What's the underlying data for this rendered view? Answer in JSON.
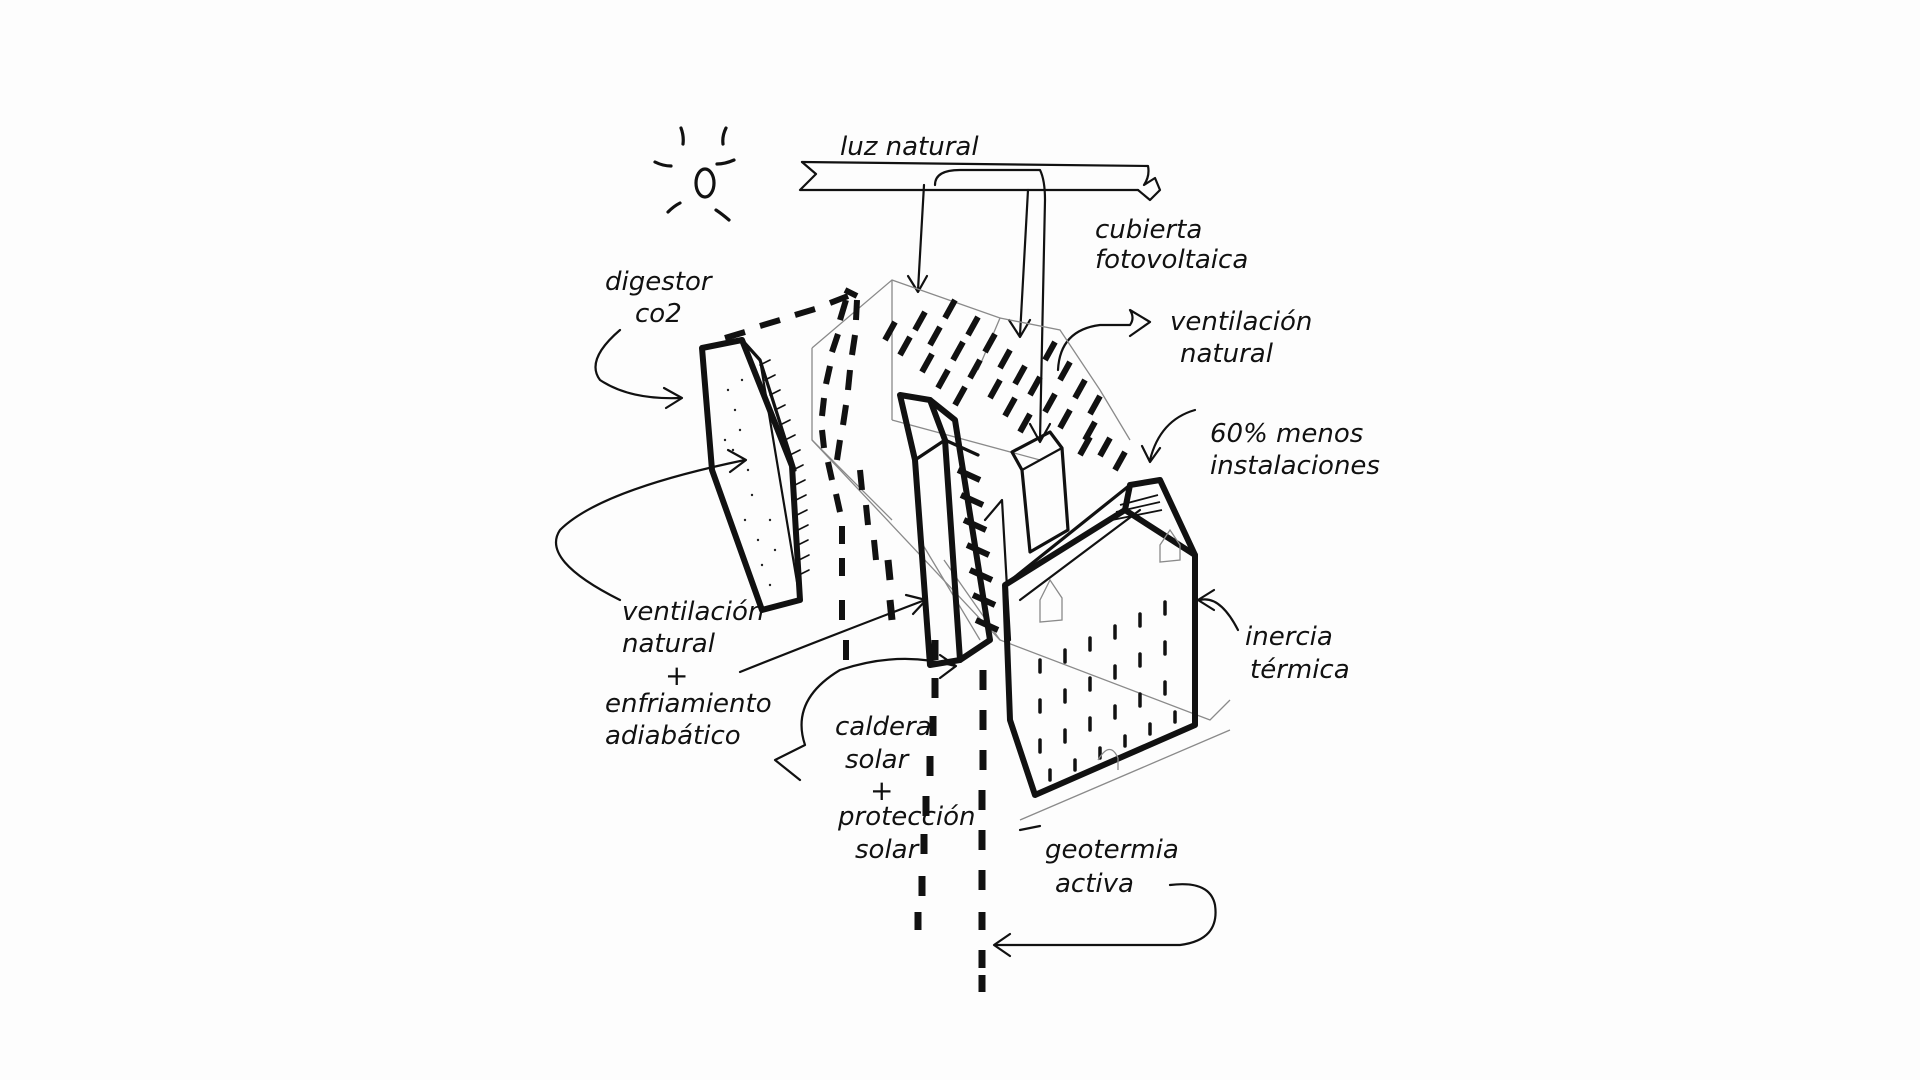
{
  "colors": {
    "ink": "#111111",
    "pencil": "#8a8a8a",
    "paper": "#fdfdfd"
  },
  "labels": {
    "luz_natural": "luz natural",
    "cubierta_line1": "cubierta",
    "cubierta_line2": "fotovoltaica",
    "digestor_line1": "digestor",
    "digestor_line2": "co2",
    "ventilacion_top_line1": "ventilación",
    "ventilacion_top_line2": "natural",
    "menos_line1": "60% menos",
    "menos_line2": "instalaciones",
    "ventilacion_line1": "ventilación",
    "ventilacion_line2": "natural",
    "plus_1": "+",
    "enfriamiento_line1": "enfriamiento",
    "enfriamiento_line2": "adiabático",
    "inercia_line1": "inercia",
    "inercia_line2": "térmica",
    "caldera_line1": "caldera",
    "caldera_line2": "solar",
    "plus_2": "+",
    "proteccion_line1": "protección",
    "proteccion_line2": "solar",
    "geotermia_line1": "geotermia",
    "geotermia_line2": "activa"
  },
  "icons": {
    "sun": "sun-icon"
  }
}
